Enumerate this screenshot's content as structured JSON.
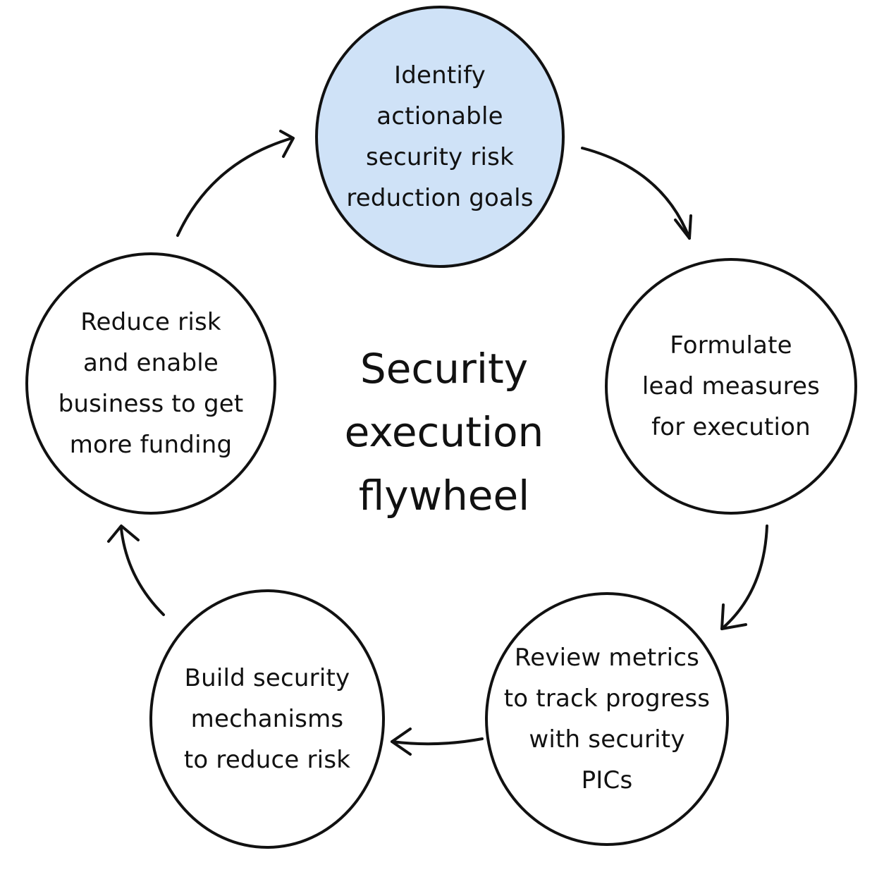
{
  "title": [
    "Security",
    "execution",
    "flywheel"
  ],
  "colors": {
    "stroke": "#111111",
    "highlight_fill": "#cfe2f7",
    "default_fill": "#ffffff"
  },
  "nodes": [
    {
      "lines": [
        "Identify",
        "actionable",
        "security risk",
        "reduction goals"
      ],
      "fill": "#cfe2f7"
    },
    {
      "lines": [
        "Formulate",
        "lead measures",
        "for execution"
      ],
      "fill": "#ffffff"
    },
    {
      "lines": [
        "Review metrics",
        "to track progress",
        "with security",
        "PICs"
      ],
      "fill": "#ffffff"
    },
    {
      "lines": [
        "Build security",
        "mechanisms",
        "to reduce risk"
      ],
      "fill": "#ffffff"
    },
    {
      "lines": [
        "Reduce risk",
        "and enable",
        "business to get",
        "more funding"
      ],
      "fill": "#ffffff"
    }
  ],
  "connections": [
    {
      "from": "Identify actionable security risk reduction goals",
      "to": "Formulate lead measures for execution"
    },
    {
      "from": "Formulate lead measures for execution",
      "to": "Review metrics to track progress with security PICs"
    },
    {
      "from": "Review metrics to track progress with security PICs",
      "to": "Build security mechanisms to reduce risk"
    },
    {
      "from": "Build security mechanisms to reduce risk",
      "to": "Reduce risk and enable business to get more funding"
    },
    {
      "from": "Reduce risk and enable business to get more funding",
      "to": "Identify actionable security risk reduction goals"
    }
  ]
}
